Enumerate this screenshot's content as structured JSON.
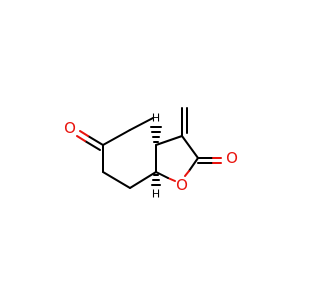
{
  "molecule": {
    "atoms": {
      "o_ketone": {
        "symbol": "O",
        "color": "#e8130d"
      },
      "o_carbonyl": {
        "symbol": "O",
        "color": "#e8130d"
      },
      "o_ring": {
        "symbol": "O",
        "color": "#e8130d"
      },
      "h_3a": {
        "symbol": "H",
        "color": "#000000"
      },
      "h_7a": {
        "symbol": "H",
        "color": "#000000"
      }
    }
  }
}
